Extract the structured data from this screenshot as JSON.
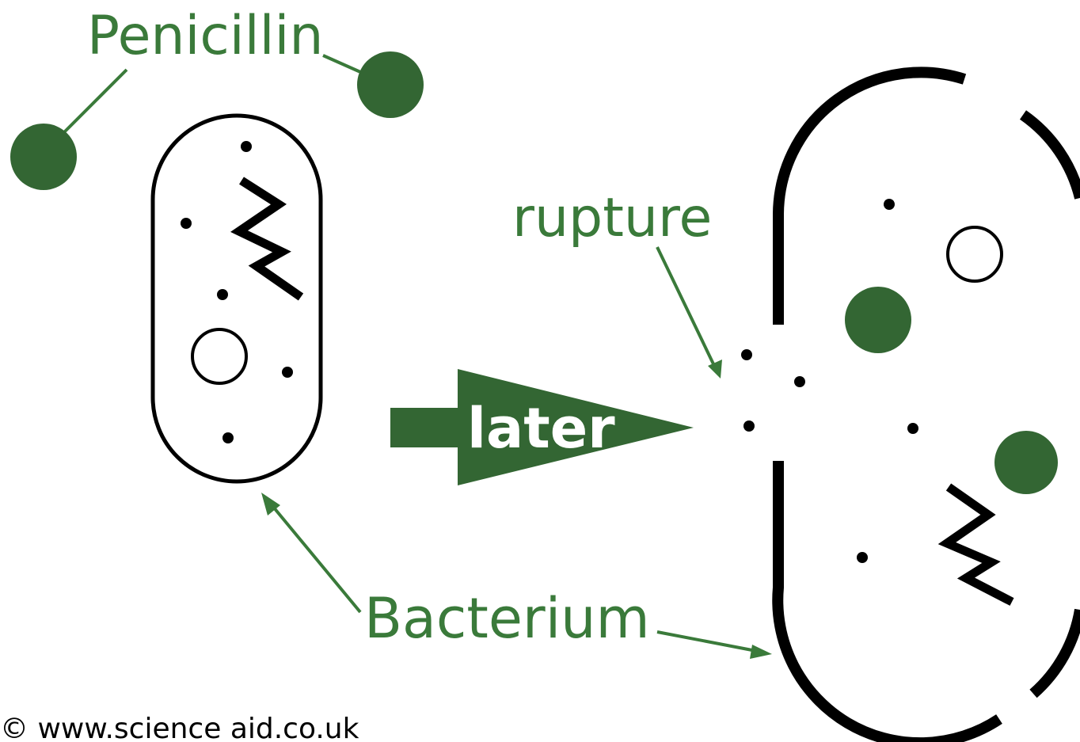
{
  "labels": {
    "penicillin": "Penicillin",
    "rupture": "rupture",
    "later": "later",
    "bacterium": "Bacterium",
    "copyright": "© www.science aid.co.uk"
  },
  "colors": {
    "label_green": "#3a7a3a",
    "dot_green": "#336633",
    "outline": "#000000",
    "background": "#ffffff"
  }
}
